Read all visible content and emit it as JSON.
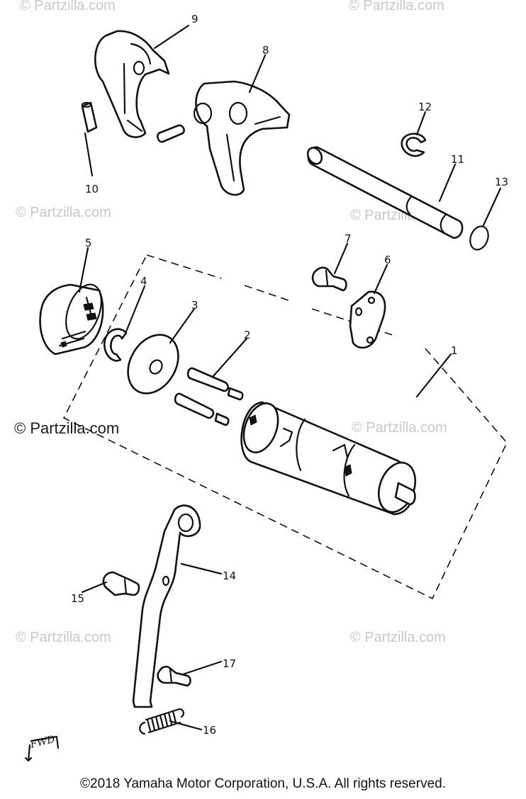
{
  "watermarks": [
    "© Partzilla.com",
    "© Partzilla.com",
    "© Partzilla.com",
    "© Partzilla.com",
    "© Partzilla.com",
    "© Partzilla.com",
    "© Partzilla.com",
    "© Partzilla.com"
  ],
  "watermark_prominent": "© Partzilla.com",
  "callouts": [
    "1",
    "2",
    "3",
    "4",
    "5",
    "6",
    "7",
    "8",
    "9",
    "10",
    "11",
    "12",
    "13",
    "14",
    "15",
    "16",
    "17"
  ],
  "fwd_label": "FWD",
  "copyright": "©2018 Yamaha Motor Corporation, U.S.A. All rights reserved."
}
